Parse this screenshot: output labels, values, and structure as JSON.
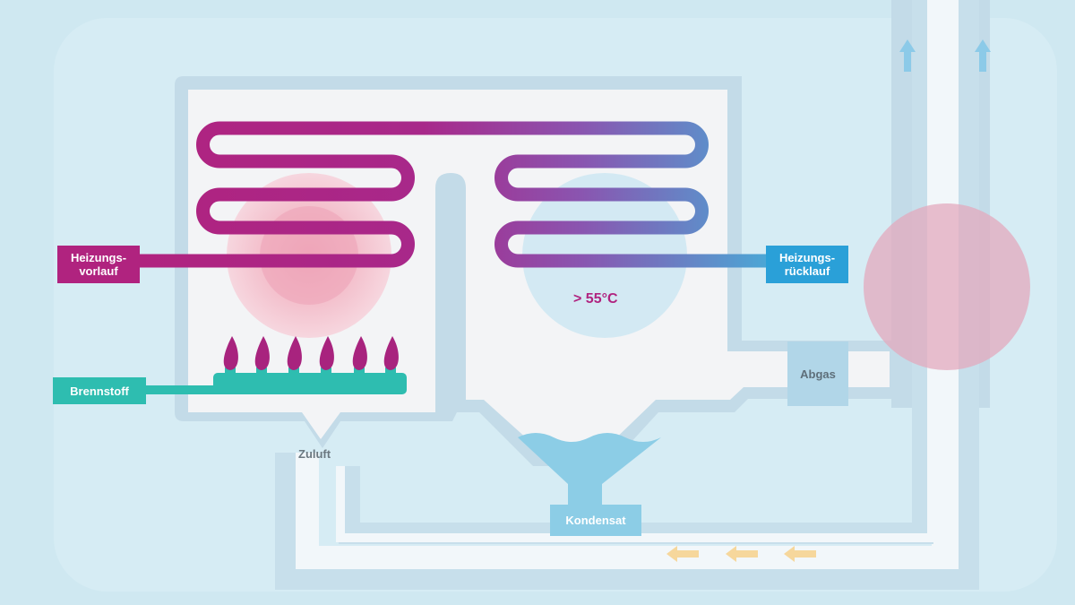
{
  "labels": {
    "flow": "Heizungs-\nvorlauf",
    "return": "Heizungs-\nrücklauf",
    "fuel": "Brennstoff",
    "air": "Zuluft",
    "exhaust": "Abgas",
    "condensate": "Kondensat",
    "temperature": "> 55°C"
  },
  "colors": {
    "background": "#cfe8f1",
    "hot": "#b0237f",
    "cold": "#4aa8d6",
    "fuel": "#2ebdb0",
    "flame": "#a8237e",
    "condensate": "#8ccde6",
    "arrow_yellow": "#f6d79c",
    "arrow_blue": "#8ccae8"
  },
  "icons": {
    "flames": "flame-icon",
    "exhaust_arrows": "arrow-up-icon",
    "air_arrows": "arrow-left-icon"
  }
}
